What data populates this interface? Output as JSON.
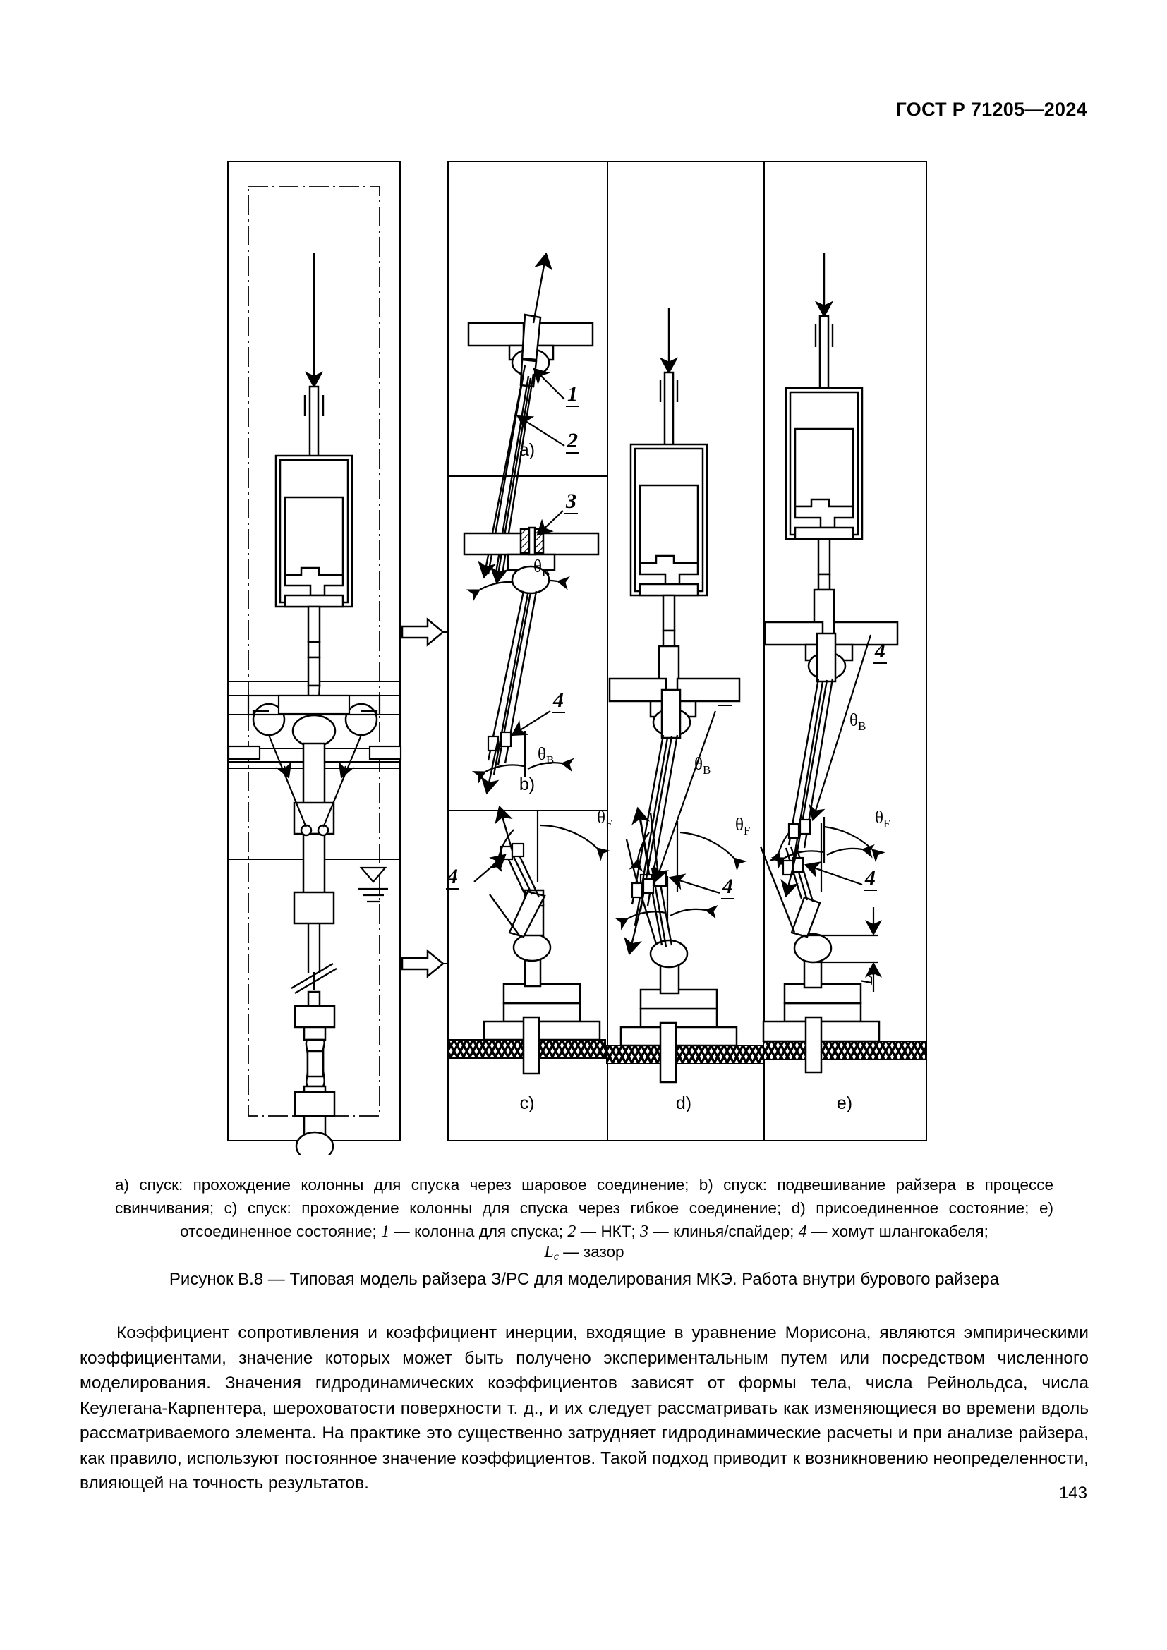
{
  "header": {
    "standard": "ГОСТ Р 71205—2024"
  },
  "figure": {
    "panels": [
      {
        "id": "a",
        "label": "a)"
      },
      {
        "id": "b",
        "label": "b)"
      },
      {
        "id": "c",
        "label": "c)"
      },
      {
        "id": "d",
        "label": "d)"
      },
      {
        "id": "e",
        "label": "e)"
      }
    ],
    "callouts": {
      "one": "1",
      "two": "2",
      "three": "3",
      "four": "4"
    },
    "angles": {
      "theta_b_glyph": "θ",
      "theta_b_sub": "B",
      "theta_f_glyph": "θ",
      "theta_f_sub": "F"
    },
    "dimension": {
      "symbol": "L",
      "sub": "C"
    },
    "caption_line1": "a) спуск: прохождение колонны для спуска через шаровое соединение; b) спуск: подвешивание райзера в процессе",
    "caption_line2": "свинчивания; c) спуск: прохождение колонны для спуска через гибкое соединение; d) присоединенное состояние;",
    "caption_line3_pre": "e) отсоединенное состояние; ",
    "caption_items": [
      {
        "num": "1",
        "dash": " — ",
        "text": "колонна для спуска; "
      },
      {
        "num": "2",
        "dash": " — ",
        "text": "НКТ; "
      },
      {
        "num": "3",
        "dash": " — ",
        "text": "клинья/спайдер; "
      },
      {
        "num": "4",
        "dash": " — ",
        "text": "хомут шлангокабеля;"
      }
    ],
    "caption_line4_symbol": "L",
    "caption_line4_sub": "c",
    "caption_line4_text": " — зазор",
    "title": "Рисунок В.8 — Типовая модель райзера З/РС для моделирования МКЭ. Работа внутри бурового райзера"
  },
  "body": {
    "paragraph": "Коэффициент сопротивления и коэффициент инерции, входящие в уравнение Морисона, являются эмпирическими коэффициентами, значение которых может быть получено экспериментальным путем или посредством численного моделирования. Значения гидродинамических коэффициентов зависят от формы тела, числа Рейнольдса, числа Кеулегана-Карпентера, шероховатости поверхности т. д., и их следует рассматривать как изменяющиеся во времени вдоль рассматриваемого элемента. На практике это существенно затрудняет гидродинамические расчеты и при анализе райзера, как правило, используют постоянное значение коэффициентов. Такой подход приводит к возникновению неопределенности, влияющей на точность результатов."
  },
  "footer": {
    "page_number": "143"
  }
}
